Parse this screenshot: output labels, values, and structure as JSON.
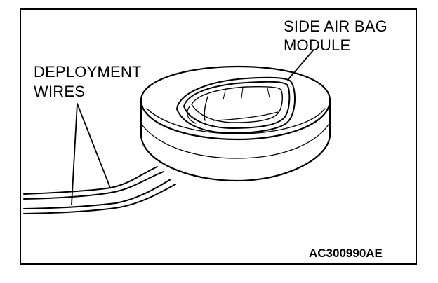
{
  "labels": {
    "airbag_line1": "SIDE AIR BAG",
    "airbag_line2": "MODULE",
    "deploy_line1": "DEPLOYMENT",
    "deploy_line2": "WIRES"
  },
  "figure_code": "AC300990AE",
  "colors": {
    "line": "#000000",
    "background": "#ffffff"
  }
}
